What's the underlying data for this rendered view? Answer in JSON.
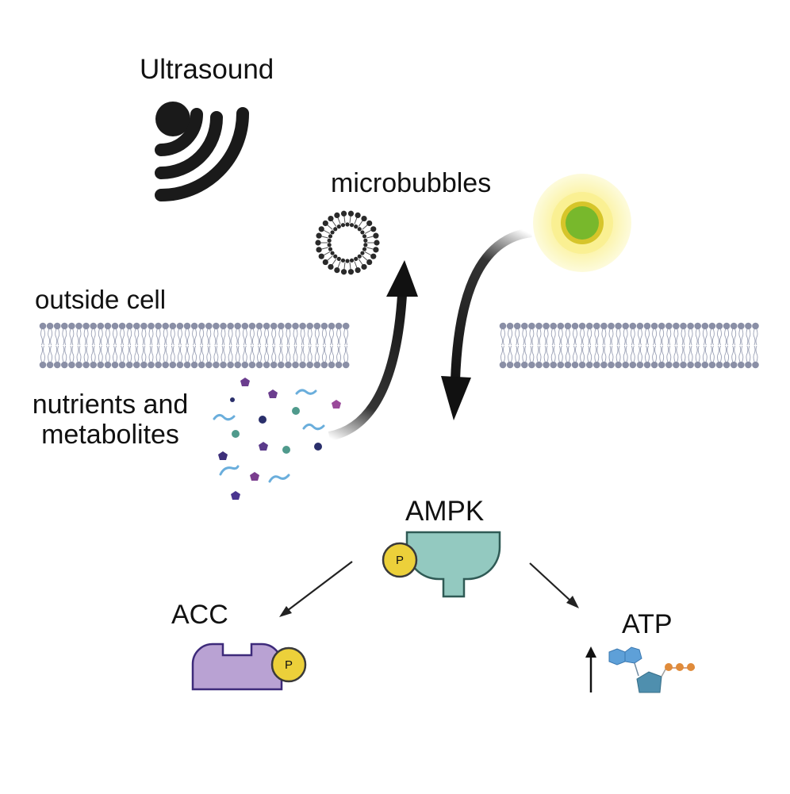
{
  "labels": {
    "ultrasound": "Ultrasound",
    "microbubbles": "microbubbles",
    "outside_cell": "outside cell",
    "nutrients": "nutrients and metabolites",
    "ampk": "AMPK",
    "acc": "ACC",
    "atp": "ATP",
    "phosphate": "P"
  },
  "icons": {
    "ultrasound": "ultrasound-waves-icon",
    "microbubble": "microbubble-icon",
    "glowing_bubble": "glowing-bubble-icon",
    "ampk": "ampk-protein-icon",
    "acc": "acc-protein-icon",
    "atp": "atp-molecule-icon"
  },
  "colors": {
    "membrane_head": "#8a8fa6",
    "ampk_fill": "#93c9c0",
    "ampk_stroke": "#2f5a55",
    "acc_fill": "#b9a2d3",
    "acc_stroke": "#3d2a7a",
    "phosphate_fill": "#ecd03a",
    "glow_core": "#7cb82f",
    "atp_base": "#5ea0d8",
    "atp_sugar": "#4f8fae",
    "atp_phosphate": "#e08b3a"
  }
}
